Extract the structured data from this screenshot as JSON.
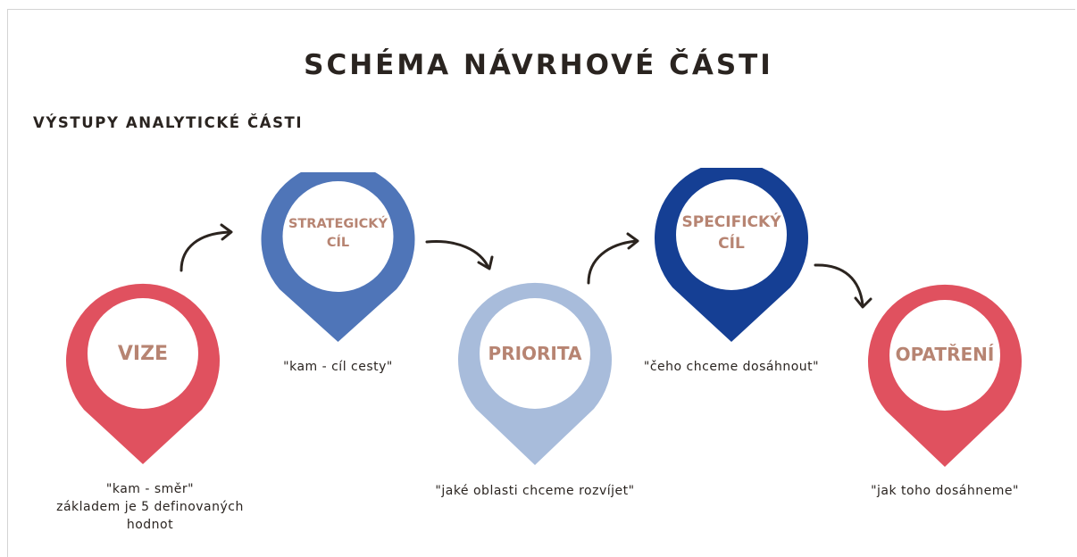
{
  "title": "SCHÉMA NÁVRHOVÉ ČÁSTI",
  "subtitle": "VÝSTUPY ANALYTICKÉ ČÁSTI",
  "colors": {
    "red": "#e0515f",
    "medium_blue": "#4f75b8",
    "light_blue": "#a8bcdb",
    "dark_blue": "#153f94",
    "label_text": "#b78472",
    "heading_text": "#2a2420",
    "arrow": "#2b241f"
  },
  "nodes": [
    {
      "label": "VIZE",
      "caption_lines": [
        "\"kam - směr\"",
        "základem je 5 definovaných",
        "hodnot"
      ]
    },
    {
      "label_lines": [
        "STRATEGICKÝ",
        "CÍL"
      ],
      "caption_lines": [
        "\"kam - cíl cesty\""
      ]
    },
    {
      "label": "PRIORITA",
      "caption_lines": [
        "\"jaké oblasti chceme rozvíjet\""
      ]
    },
    {
      "label_lines": [
        "SPECIFICKÝ",
        "CÍL"
      ],
      "caption_lines": [
        "\"čeho chceme dosáhnout\""
      ]
    },
    {
      "label": "OPATŘENÍ",
      "caption_lines": [
        "\"jak toho dosáhneme\""
      ]
    }
  ]
}
